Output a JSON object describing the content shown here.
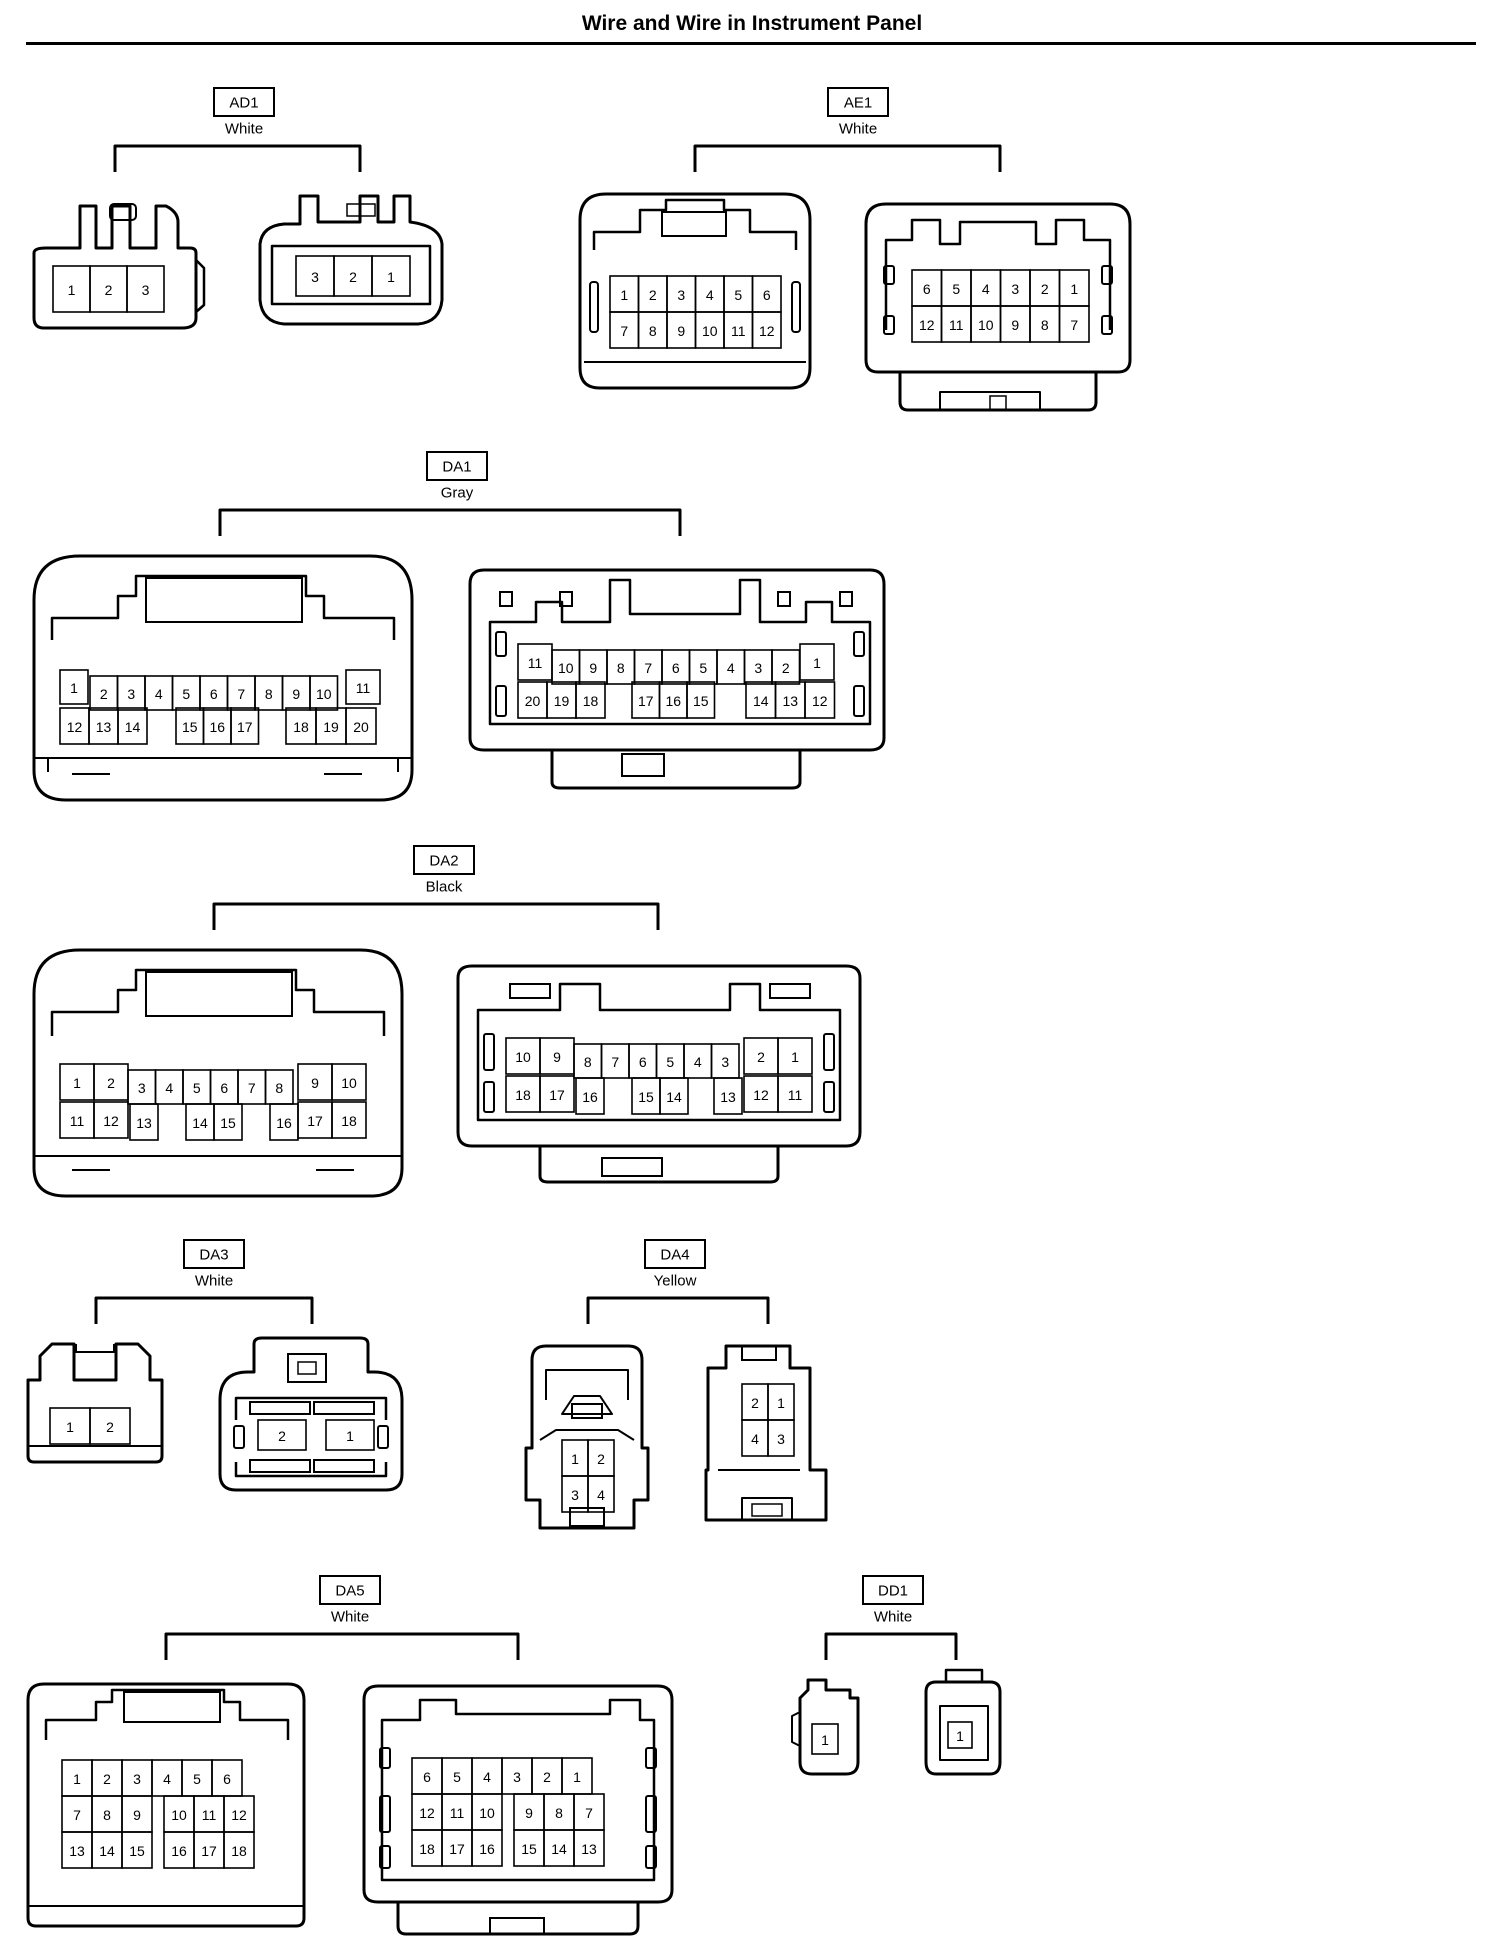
{
  "page": {
    "title": "Wire and Wire in Instrument Panel"
  },
  "connectors": [
    {
      "id": "AD1",
      "color": "White",
      "female": [
        [
          "1",
          "2",
          "3"
        ]
      ],
      "male": [
        [
          "3",
          "2",
          "1"
        ]
      ]
    },
    {
      "id": "AE1",
      "color": "White",
      "female": [
        [
          "1",
          "2",
          "3",
          "4",
          "5",
          "6"
        ],
        [
          "7",
          "8",
          "9",
          "10",
          "11",
          "12"
        ]
      ],
      "male": [
        [
          "6",
          "5",
          "4",
          "3",
          "2",
          "1"
        ],
        [
          "12",
          "11",
          "10",
          "9",
          "8",
          "7"
        ]
      ]
    },
    {
      "id": "DA1",
      "color": "Gray",
      "female": [
        [
          "1",
          "2",
          "3",
          "4",
          "5",
          "6",
          "7",
          "8",
          "9",
          "10",
          "11"
        ],
        [
          "12",
          "13",
          "14",
          "15",
          "16",
          "17",
          "18",
          "19",
          "20"
        ]
      ],
      "male": [
        [
          "11",
          "10",
          "9",
          "8",
          "7",
          "6",
          "5",
          "4",
          "3",
          "2",
          "1"
        ],
        [
          "20",
          "19",
          "18",
          "17",
          "16",
          "15",
          "14",
          "13",
          "12"
        ]
      ]
    },
    {
      "id": "DA2",
      "color": "Black",
      "female": [
        [
          "1",
          "2",
          "3",
          "4",
          "5",
          "6",
          "7",
          "8",
          "9",
          "10"
        ],
        [
          "11",
          "12",
          "13",
          "14",
          "15",
          "16",
          "17",
          "18"
        ]
      ],
      "male": [
        [
          "10",
          "9",
          "8",
          "7",
          "6",
          "5",
          "4",
          "3",
          "2",
          "1"
        ],
        [
          "18",
          "17",
          "16",
          "15",
          "14",
          "13",
          "12",
          "11"
        ]
      ]
    },
    {
      "id": "DA3",
      "color": "White",
      "female": [
        [
          "1",
          "2"
        ]
      ],
      "male": [
        [
          "2",
          "1"
        ]
      ]
    },
    {
      "id": "DA4",
      "color": "Yellow",
      "female": [
        [
          "1",
          "2"
        ],
        [
          "3",
          "4"
        ]
      ],
      "male": [
        [
          "2",
          "1"
        ],
        [
          "4",
          "3"
        ]
      ]
    },
    {
      "id": "DA5",
      "color": "White",
      "female": [
        [
          "1",
          "2",
          "3",
          "4",
          "5",
          "6"
        ],
        [
          "7",
          "8",
          "9",
          "10",
          "11",
          "12"
        ],
        [
          "13",
          "14",
          "15",
          "16",
          "17",
          "18"
        ]
      ],
      "male": [
        [
          "6",
          "5",
          "4",
          "3",
          "2",
          "1"
        ],
        [
          "12",
          "11",
          "10",
          "9",
          "8",
          "7"
        ],
        [
          "18",
          "17",
          "16",
          "15",
          "14",
          "13"
        ]
      ]
    },
    {
      "id": "DD1",
      "color": "White",
      "female": [
        [
          "1"
        ]
      ],
      "male": [
        [
          "1"
        ]
      ]
    }
  ]
}
